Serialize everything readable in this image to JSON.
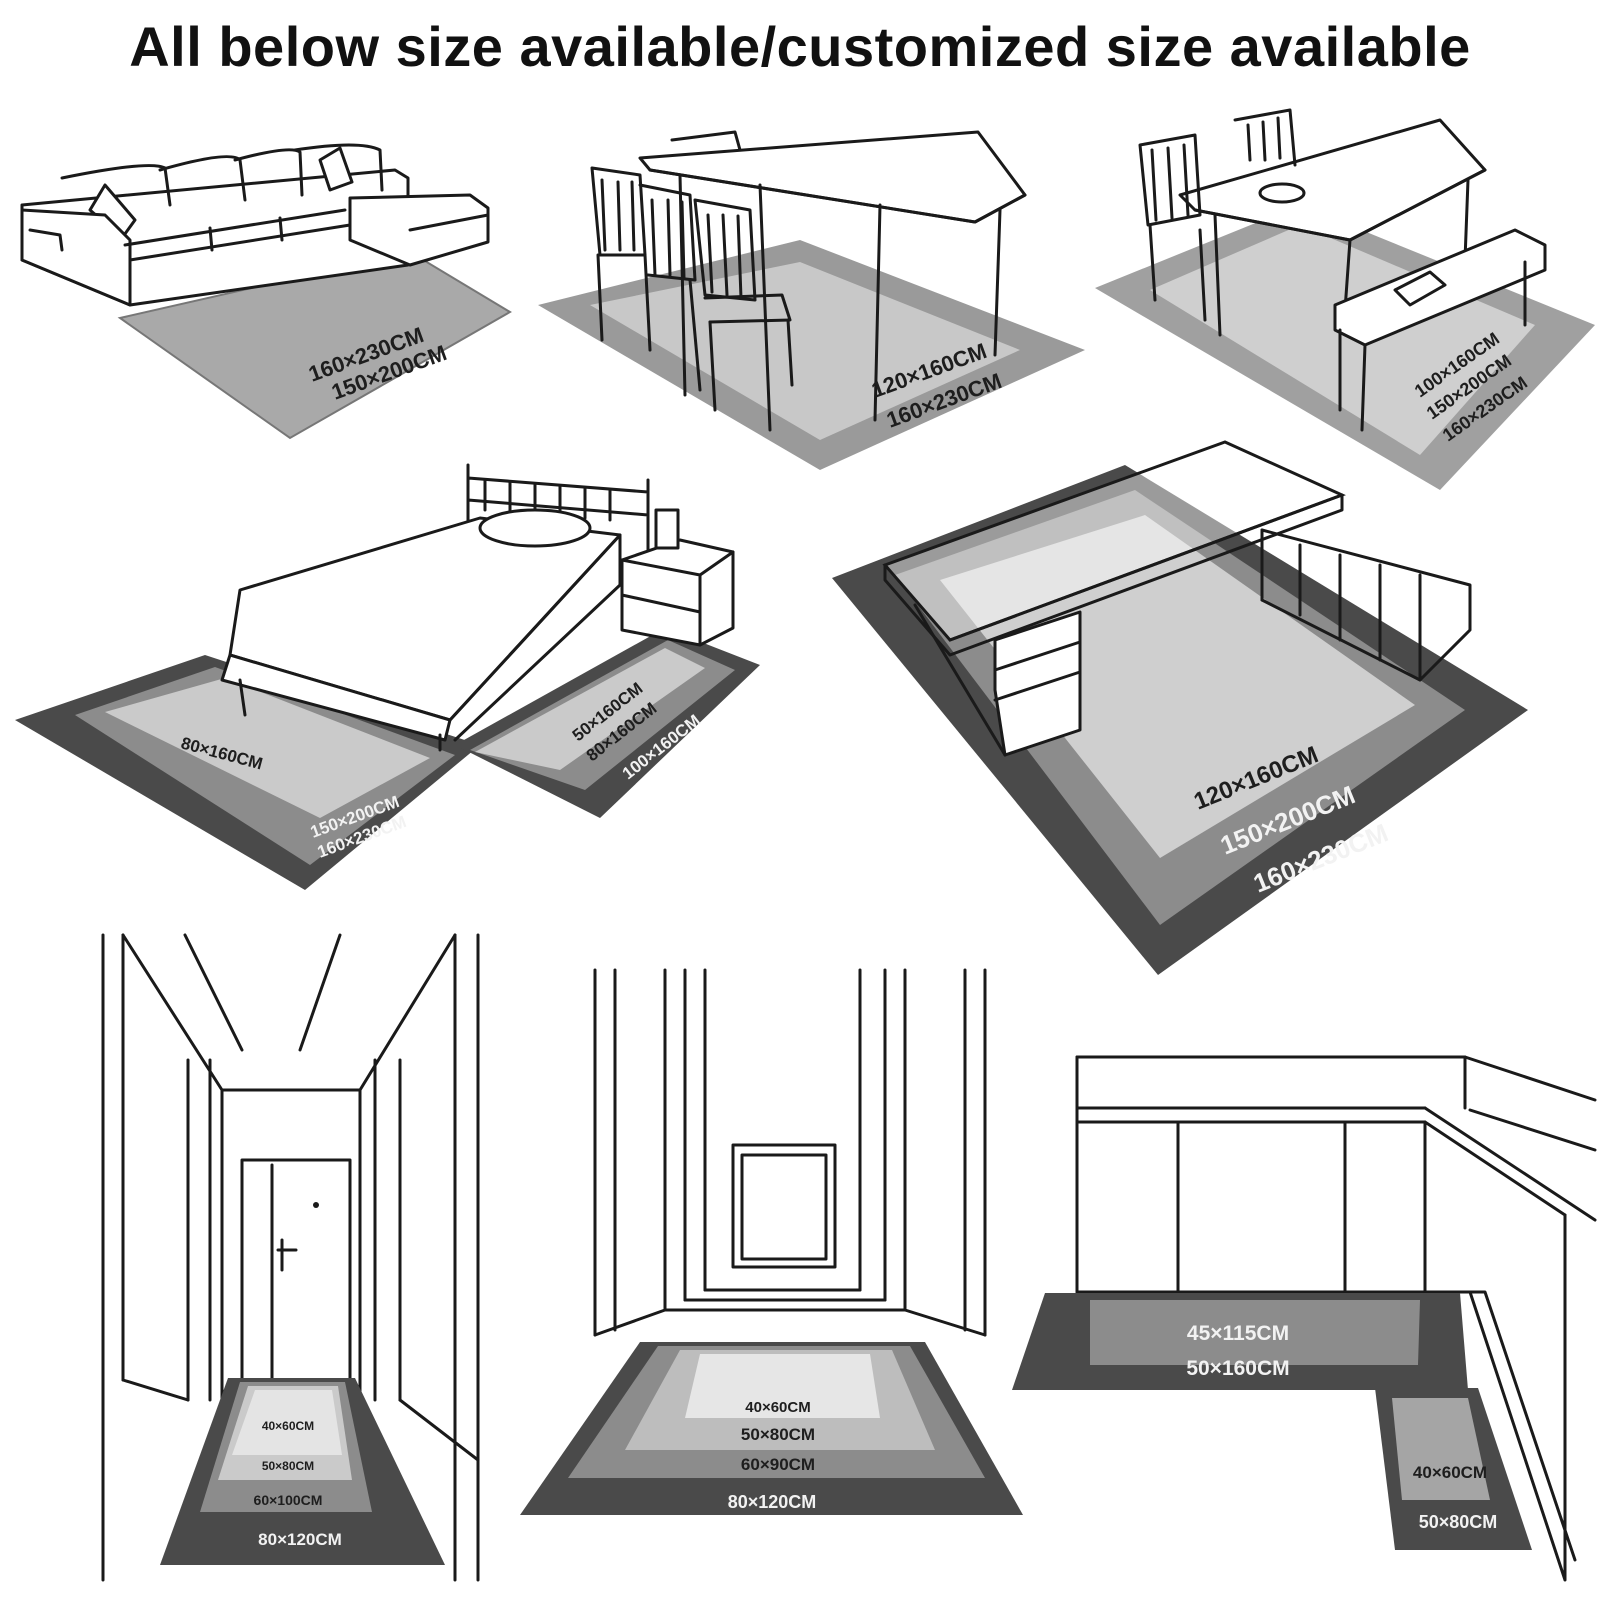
{
  "title": "All below size available/customized size available",
  "scenes": {
    "sofa": {
      "labels": [
        "160×230CM",
        "150×200CM"
      ]
    },
    "dining_table": {
      "labels": [
        "120×160CM",
        "160×230CM"
      ]
    },
    "dining_bench": {
      "labels": [
        "100×160CM",
        "150×200CM",
        "160×230CM"
      ]
    },
    "bedroom": {
      "side_rug": {
        "labels": [
          "80×160CM",
          "150×200CM",
          "160×230CM"
        ]
      },
      "front_rug": {
        "labels": [
          "50×160CM",
          "80×160CM",
          "100×160CM"
        ]
      }
    },
    "office": {
      "labels": [
        "120×160CM",
        "150×200CM",
        "160×230CM"
      ]
    },
    "hallway": {
      "labels": [
        "40×60CM",
        "50×80CM",
        "60×100CM",
        "80×120CM"
      ]
    },
    "entrance": {
      "labels": [
        "40×60CM",
        "50×80CM",
        "60×90CM",
        "80×120CM"
      ]
    },
    "kitchen": {
      "long_rug": {
        "labels": [
          "45×115CM",
          "50×160CM"
        ]
      },
      "small_rug": {
        "labels": [
          "40×60CM",
          "50×80CM"
        ]
      }
    }
  },
  "colors": {
    "outer": "#4a4a4a",
    "middle": "#8c8c8c",
    "inner": "#bdbdbd",
    "center": "#dedede",
    "line": "#1a1a1a"
  }
}
